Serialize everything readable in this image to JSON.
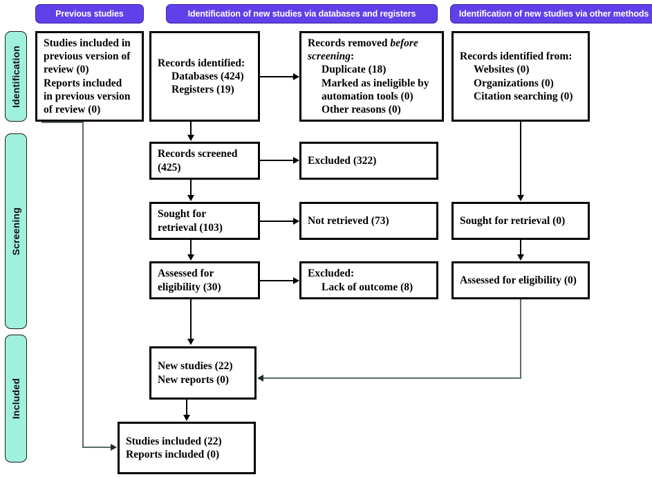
{
  "diagram": {
    "title": "PRISMA 2020 flow diagram for updated systematic reviews",
    "colors": {
      "header_purple": "#6040e8",
      "stage_teal": "#9ff0dd",
      "box_border": "#000000",
      "connector_grey": "#5a6b6b"
    }
  },
  "headers": {
    "previous": "Previous studies",
    "databases": "Identification of new studies via databases and registers",
    "other": "Identification of new studies via other methods"
  },
  "stages": {
    "identification": "Identification",
    "screening": "Screening",
    "included": "Included"
  },
  "boxes": {
    "previous_studies": {
      "line1": "Studies included in",
      "line2": "previous version of",
      "line3": "review (0)",
      "line4": "Reports included",
      "line5": "in previous version",
      "line6": "of review (0)"
    },
    "records_identified": {
      "heading": "Records identified:",
      "databases": "Databases (424)",
      "registers": "Registers (19)"
    },
    "records_removed": {
      "heading_pre": "Records removed ",
      "heading_italic": "before",
      "heading_italic2": "screening",
      "heading_post": ":",
      "duplicate": "Duplicate (18)",
      "ineligible_1": "Marked as ineligible by",
      "ineligible_2": "automation tools (0)",
      "other": "Other reasons (0)"
    },
    "records_identified_other": {
      "heading": "Records identified from:",
      "websites": "Websites (0)",
      "organizations": "Organizations (0)",
      "citation": "Citation searching (0)"
    },
    "records_screened": {
      "line1": "Records screened",
      "line2": "(425)"
    },
    "excluded_screened": {
      "line1": "Excluded (322)"
    },
    "sought_retrieval": {
      "line1": "Sought for",
      "line2": "retrieval (103)"
    },
    "not_retrieved": {
      "line1": "Not retrieved (73)"
    },
    "assessed_eligibility": {
      "line1": "Assessed for",
      "line2": "eligibility (30)"
    },
    "excluded_eligibility": {
      "heading": "Excluded:",
      "reason": "Lack of outcome (8)"
    },
    "sought_retrieval_other": {
      "line1": "Sought for retrieval (0)"
    },
    "assessed_eligibility_other": {
      "line1": "Assessed for eligibility (0)"
    },
    "new_studies": {
      "line1": "New studies (22)",
      "line2": "New reports (0)"
    },
    "total_included": {
      "line1": "Studies included (22)",
      "line2": "Reports included (0)"
    }
  },
  "chart_data": {
    "type": "diagram",
    "title": "PRISMA 2020 flow diagram",
    "nodes": [
      {
        "id": "previous_studies",
        "column": "previous",
        "stage": "identification",
        "values": {
          "studies_included_previous_version": 0,
          "reports_included_previous_version": 0
        }
      },
      {
        "id": "records_identified",
        "column": "databases",
        "stage": "identification",
        "values": {
          "databases": 424,
          "registers": 19
        }
      },
      {
        "id": "records_removed",
        "column": "databases",
        "stage": "identification",
        "values": {
          "duplicate": 18,
          "marked_ineligible_automation": 0,
          "other_reasons": 0
        }
      },
      {
        "id": "records_identified_other",
        "column": "other",
        "stage": "identification",
        "values": {
          "websites": 0,
          "organizations": 0,
          "citation_searching": 0
        }
      },
      {
        "id": "records_screened",
        "column": "databases",
        "stage": "screening",
        "values": {
          "screened": 425
        }
      },
      {
        "id": "excluded_screened",
        "column": "databases",
        "stage": "screening",
        "values": {
          "excluded": 322
        }
      },
      {
        "id": "sought_retrieval",
        "column": "databases",
        "stage": "screening",
        "values": {
          "sought": 103
        }
      },
      {
        "id": "not_retrieved",
        "column": "databases",
        "stage": "screening",
        "values": {
          "not_retrieved": 73
        }
      },
      {
        "id": "assessed_eligibility",
        "column": "databases",
        "stage": "screening",
        "values": {
          "assessed": 30
        }
      },
      {
        "id": "excluded_eligibility",
        "column": "databases",
        "stage": "screening",
        "values": {
          "lack_of_outcome": 8
        }
      },
      {
        "id": "sought_retrieval_other",
        "column": "other",
        "stage": "screening",
        "values": {
          "sought": 0
        }
      },
      {
        "id": "assessed_eligibility_other",
        "column": "other",
        "stage": "screening",
        "values": {
          "assessed": 0
        }
      },
      {
        "id": "new_studies",
        "column": "databases",
        "stage": "included",
        "values": {
          "new_studies": 22,
          "new_reports": 0
        }
      },
      {
        "id": "total_included",
        "column": "databases",
        "stage": "included",
        "values": {
          "studies_included": 22,
          "reports_included": 0
        }
      }
    ],
    "edges": [
      {
        "from": "records_identified",
        "to": "records_removed"
      },
      {
        "from": "records_identified",
        "to": "records_screened"
      },
      {
        "from": "records_screened",
        "to": "excluded_screened"
      },
      {
        "from": "records_screened",
        "to": "sought_retrieval"
      },
      {
        "from": "sought_retrieval",
        "to": "not_retrieved"
      },
      {
        "from": "sought_retrieval",
        "to": "assessed_eligibility"
      },
      {
        "from": "assessed_eligibility",
        "to": "excluded_eligibility"
      },
      {
        "from": "assessed_eligibility",
        "to": "new_studies"
      },
      {
        "from": "records_identified_other",
        "to": "sought_retrieval_other"
      },
      {
        "from": "sought_retrieval_other",
        "to": "assessed_eligibility_other"
      },
      {
        "from": "assessed_eligibility_other",
        "to": "new_studies"
      },
      {
        "from": "new_studies",
        "to": "total_included"
      },
      {
        "from": "previous_studies",
        "to": "total_included"
      }
    ]
  }
}
